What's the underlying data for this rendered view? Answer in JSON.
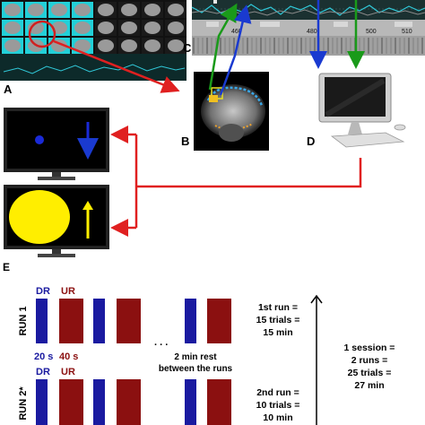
{
  "panel_labels": {
    "a": "A",
    "b": "B",
    "c": "C",
    "d": "D",
    "e": "E"
  },
  "timeseries": {
    "ticks": [
      "460",
      "480",
      "500",
      "510"
    ]
  },
  "colors": {
    "blue": "#1a1aa0",
    "red": "#8b1010",
    "green": "#1a8a1a",
    "yellow": "#ffee00",
    "arrow_red": "#e02020"
  },
  "protocol": {
    "run1_label": "RUN 1",
    "run2_label": "RUN 2*",
    "dr_label": "DR",
    "ur_label": "UR",
    "dr_duration": "20 s",
    "ur_duration": "40 s",
    "ellipsis": ". . .",
    "rest_line1": "2 min rest",
    "rest_line2": "between the runs",
    "first_run": [
      "1st run =",
      "15 trials =",
      "15 min"
    ],
    "second_run": [
      "2nd run =",
      "10 trials =",
      "10 min"
    ],
    "session": [
      "1 session =",
      "2 runs =",
      "25 trials =",
      "27 min"
    ]
  }
}
